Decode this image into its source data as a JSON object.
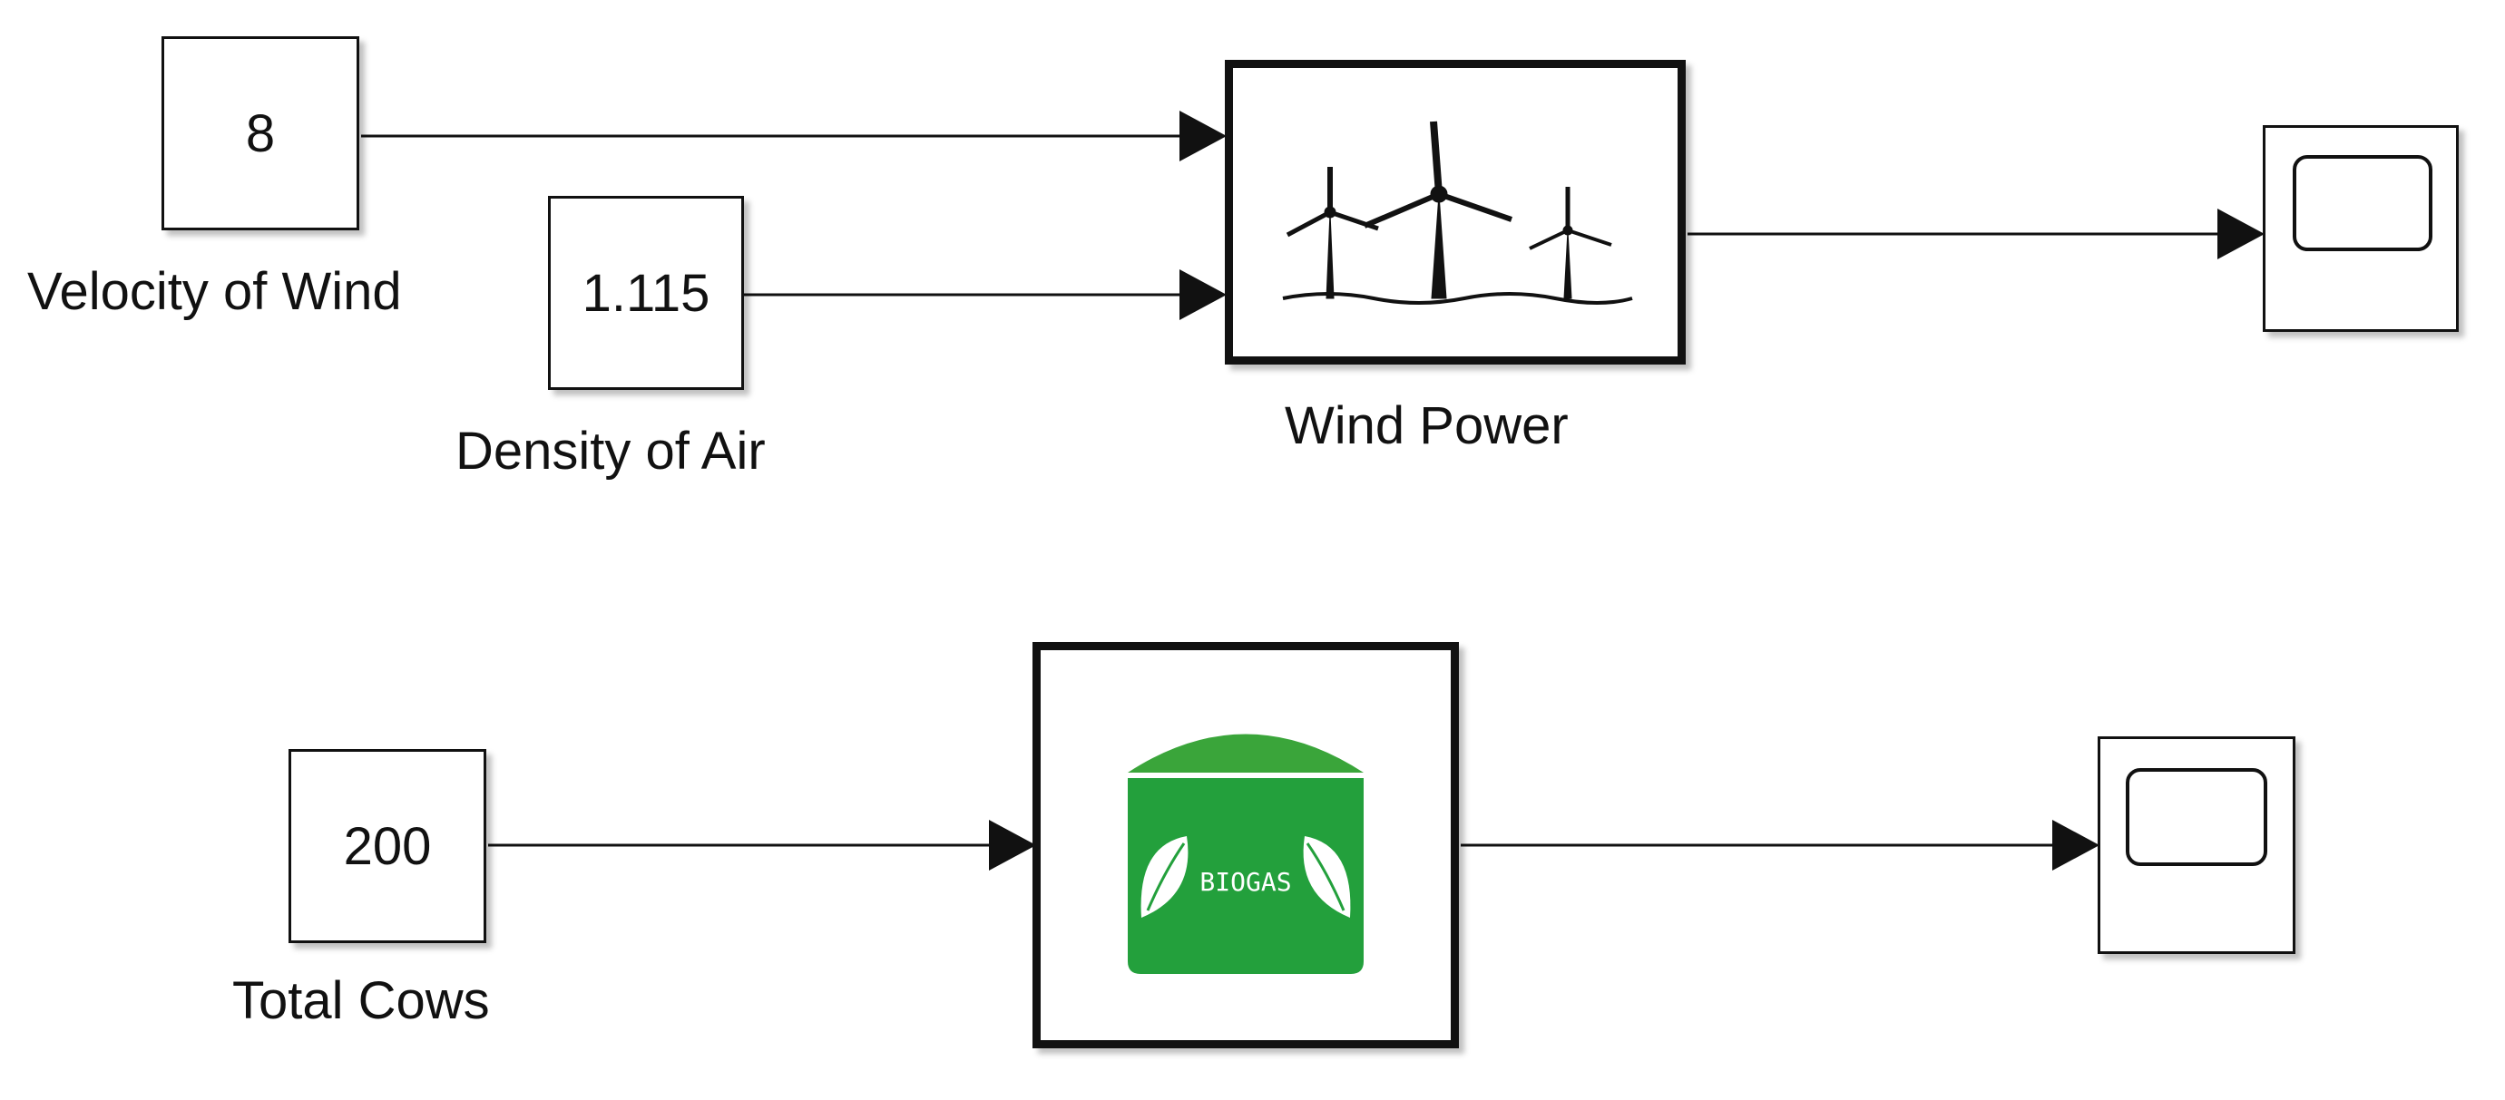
{
  "blocks": {
    "velocity": {
      "value": "8",
      "label": "Velocity of Wind"
    },
    "density": {
      "value": "1.115",
      "label": "Density of Air"
    },
    "wind_power": {
      "label": "Wind Power",
      "icon": "wind-turbines-icon"
    },
    "cows": {
      "value": "200",
      "label": "Total Cows"
    },
    "biogas": {
      "icon_text": "BIOGAS",
      "icon": "biogas-tank-icon",
      "accent": "#23a03c"
    },
    "scope_top": {
      "icon": "scope-icon"
    },
    "scope_bottom": {
      "icon": "scope-icon"
    }
  }
}
